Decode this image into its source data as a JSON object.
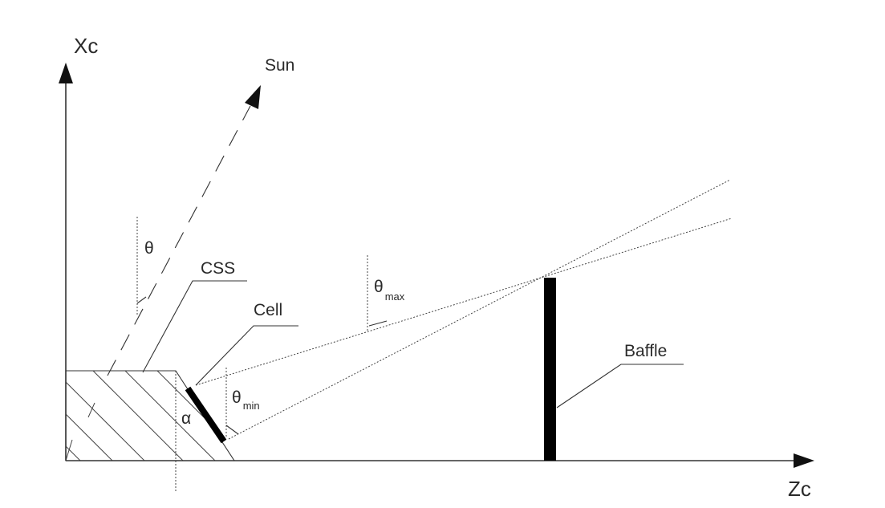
{
  "labels": {
    "x_axis": "Xc",
    "z_axis": "Zc",
    "sun": "Sun",
    "theta": "θ",
    "css": "CSS",
    "cell": "Cell",
    "theta_max": "θ",
    "theta_max_sub": "max",
    "theta_min": "θ",
    "theta_min_sub": "min",
    "alpha": "α",
    "baffle": "Baffle"
  }
}
